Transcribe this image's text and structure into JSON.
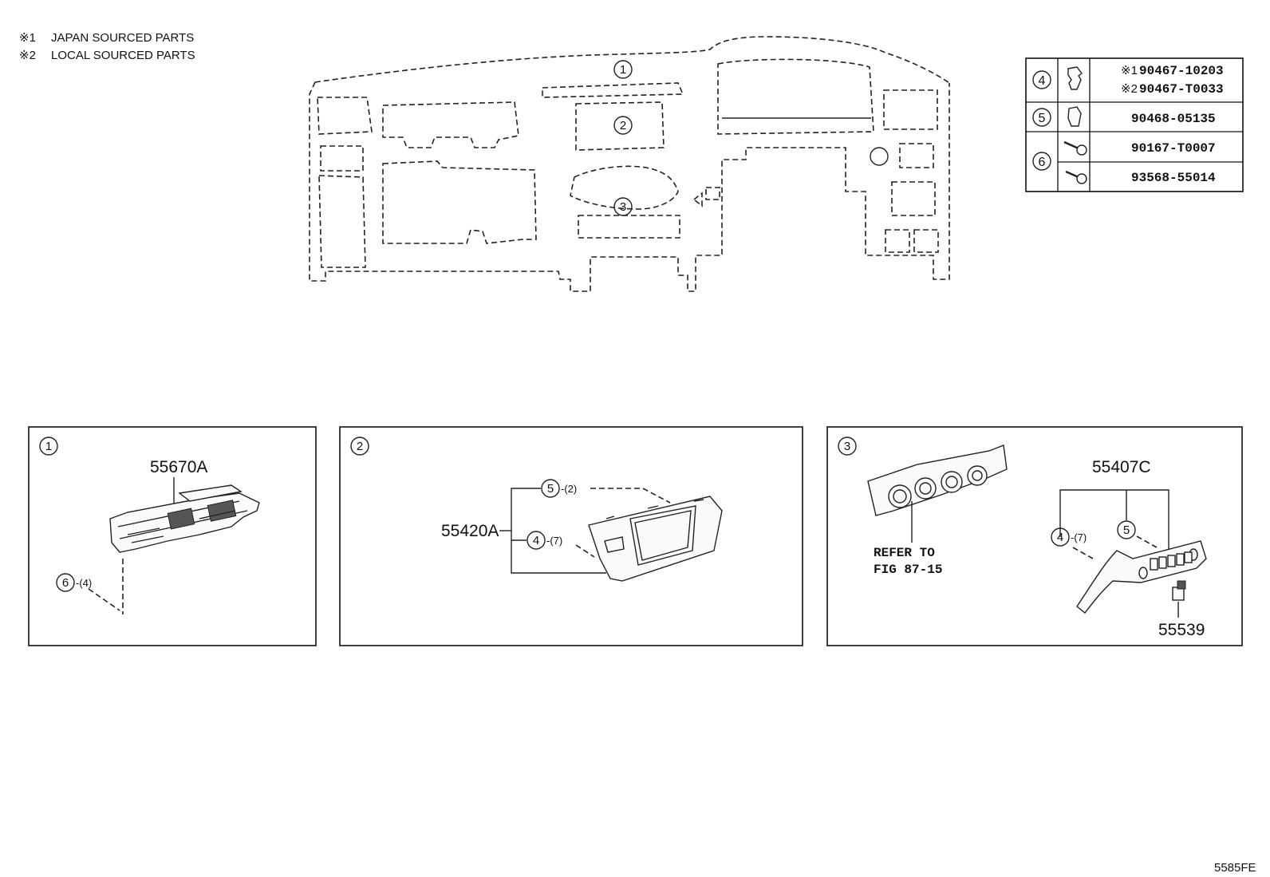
{
  "notes": {
    "note1": {
      "mark": "※1",
      "text": "JAPAN SOURCED PARTS"
    },
    "note2": {
      "mark": "※2",
      "text": "LOCAL SOURCED PARTS"
    }
  },
  "overview": {
    "callout1": "1",
    "callout2": "2",
    "callout3": "3"
  },
  "parts_table": {
    "rows": [
      {
        "ref": "4",
        "lines": [
          {
            "mark": "※1",
            "part": "90467-10203"
          },
          {
            "mark": "※2",
            "part": "90467-T0033"
          }
        ]
      },
      {
        "ref": "5",
        "lines": [
          {
            "mark": "",
            "part": "90468-05135"
          }
        ]
      },
      {
        "ref": "6",
        "lines": [
          {
            "mark": "",
            "part": "90167-T0007"
          },
          {
            "mark": "",
            "part": "93568-55014"
          }
        ]
      }
    ]
  },
  "panel1": {
    "number": "1",
    "part": "55670A",
    "ref": "6",
    "qty": "-(4)"
  },
  "panel2": {
    "number": "2",
    "part": "55420A",
    "ref_a": "5",
    "qty_a": "-(2)",
    "ref_b": "4",
    "qty_b": "-(7)"
  },
  "panel3": {
    "number": "3",
    "refer_line1": "REFER TO",
    "refer_line2": "FIG 87-15",
    "part_top": "55407C",
    "ref_a": "4",
    "qty_a": "-(7)",
    "ref_b": "5",
    "part_bottom": "55539"
  },
  "figure_code": "5585FE"
}
